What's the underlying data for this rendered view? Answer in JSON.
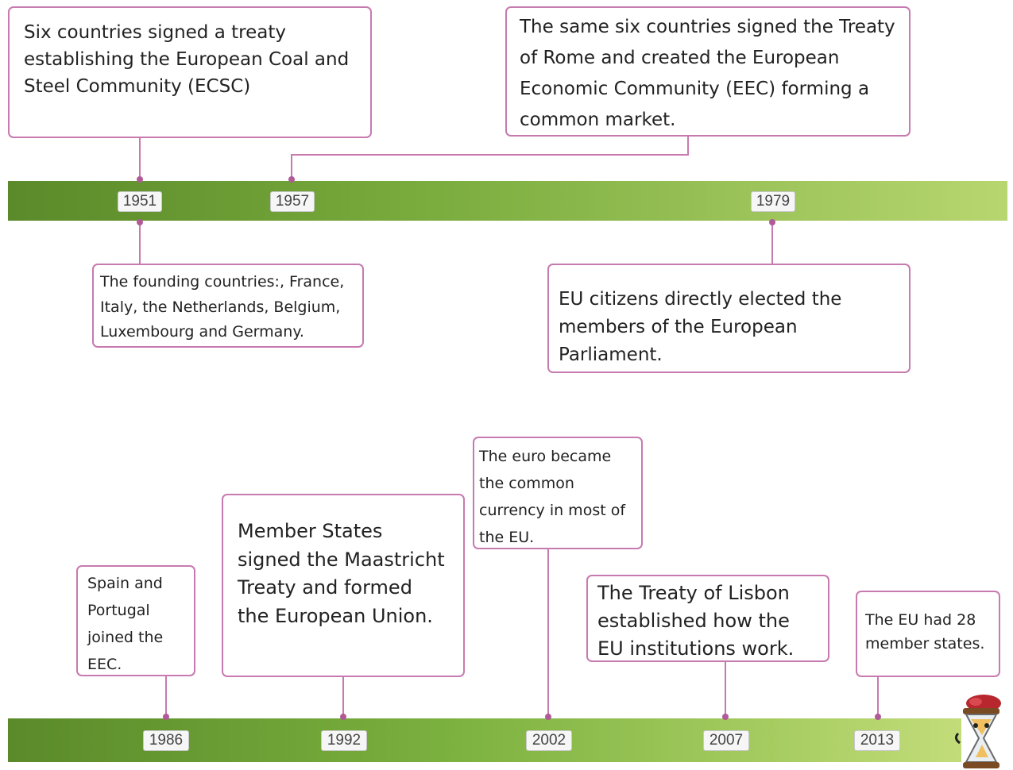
{
  "top_timeline": {
    "years": [
      "1951",
      "1957",
      "1979"
    ],
    "events": {
      "ecsc": "Six countries signed a treaty establishing the European Coal and Steel Community (ECSC)",
      "rome": "The same six countries signed the Treaty of Rome and created the European Economic Community (EEC) forming a common market.",
      "founders": "The founding countries:, France, Italy, the Netherlands, Belgium, Luxembourg and Germany.",
      "parliament": "EU citizens directly elected the members of the European Parliament."
    }
  },
  "bottom_timeline": {
    "years": [
      "1986",
      "1992",
      "2002",
      "2007",
      "2013"
    ],
    "events": {
      "spain_portugal": "Spain and Portugal joined the EEC.",
      "maastricht": "Member States signed the Maastricht Treaty and formed the European Union.",
      "euro": "The euro became the common currency in most of the EU.",
      "lisbon": "The Treaty of Lisbon established how the EU institutions work.",
      "member_states": "The EU had 28 member states."
    }
  },
  "colors": {
    "box_border": "#c77ab0",
    "bar_dark": "#5a8a2a",
    "bar_light": "#b8d670"
  },
  "icons": [
    "hourglass-mascot-icon"
  ]
}
